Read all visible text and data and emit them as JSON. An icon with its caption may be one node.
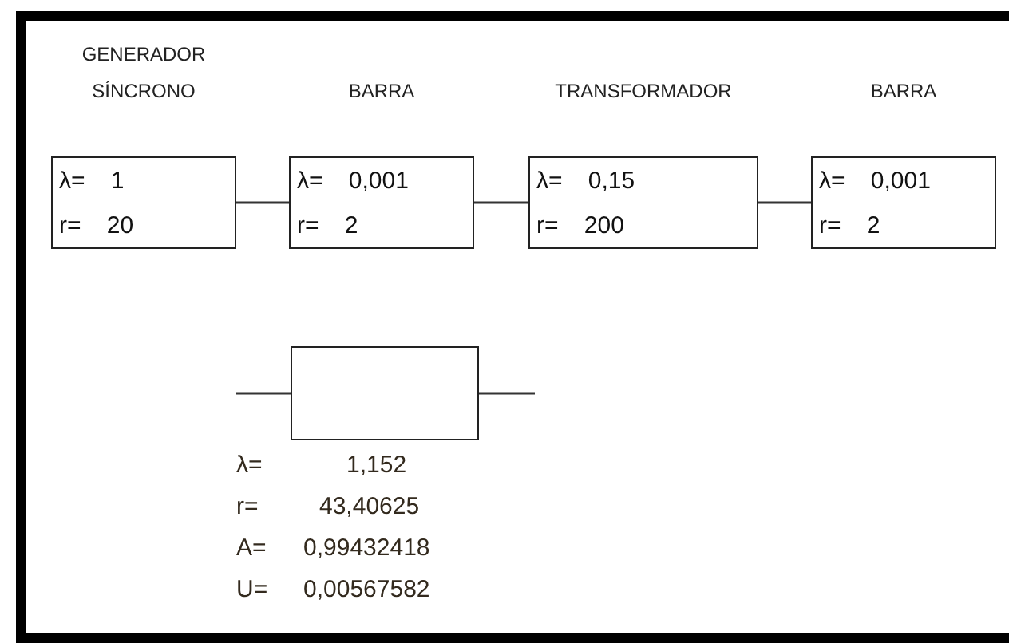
{
  "diagram": {
    "nodes": [
      {
        "text": [
          "GENERADOR SÍNCRONO",
          "λ= 1",
          "r= 20"
        ]
      },
      {
        "text": [
          "BARRA",
          "λ= 0,001",
          "r= 2"
        ]
      },
      {
        "text": [
          "TRANSFORMADOR",
          "λ= 0,15",
          "r= 200"
        ]
      },
      {
        "text": [
          "BARRA",
          "λ= 0,001",
          "r= 2"
        ]
      },
      {
        "text": [],
        "shape": "box",
        "beside": [
          "λ=",
          "1,152",
          "r=",
          "43,40625",
          "A=",
          "0,99432418",
          "U=",
          "0,00567582"
        ]
      }
    ],
    "edges": [
      {
        "from": 0,
        "to": 1,
        "arrow": "none"
      },
      {
        "from": 1,
        "to": 2,
        "arrow": "none"
      },
      {
        "from": 2,
        "to": 3,
        "arrow": "none"
      },
      {
        "from": null,
        "to": 4,
        "arrow": "none"
      },
      {
        "from": 4,
        "to": null,
        "arrow": "none"
      }
    ]
  }
}
